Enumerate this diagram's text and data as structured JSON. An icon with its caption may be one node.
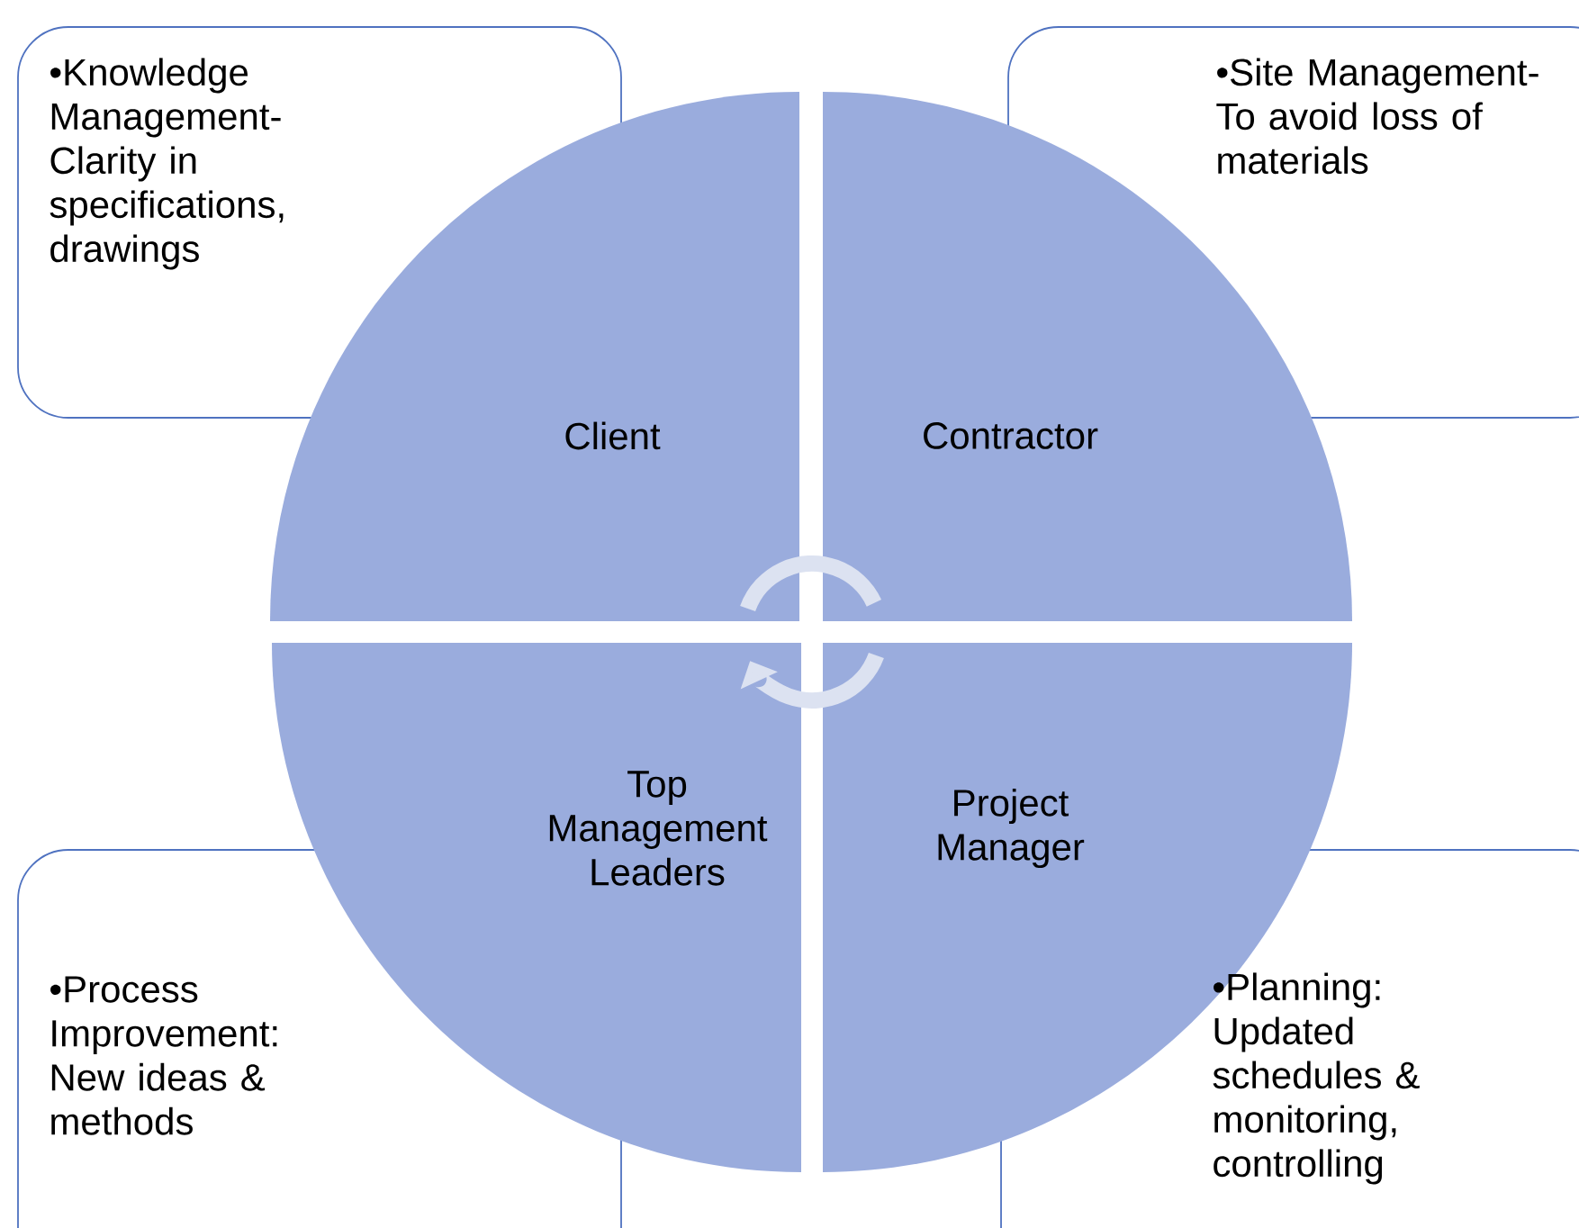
{
  "diagram": {
    "nodes": [
      {
        "text": [
          "•Knowledge Management-Clarity in specifications, drawings"
        ]
      },
      {
        "text": [
          "•Site Management-To avoid loss of materials"
        ]
      },
      {
        "text": [
          "Client"
        ]
      },
      {
        "text": [
          "Contractor"
        ]
      },
      {
        "text": [
          "Top Management Leaders"
        ]
      },
      {
        "text": [
          "Project Manager"
        ]
      },
      {
        "text": [
          "•Process Improvement: New ideas & methods"
        ]
      },
      {
        "text": [
          "•Planning: Updated schedules & monitoring, controlling"
        ]
      }
    ]
  }
}
